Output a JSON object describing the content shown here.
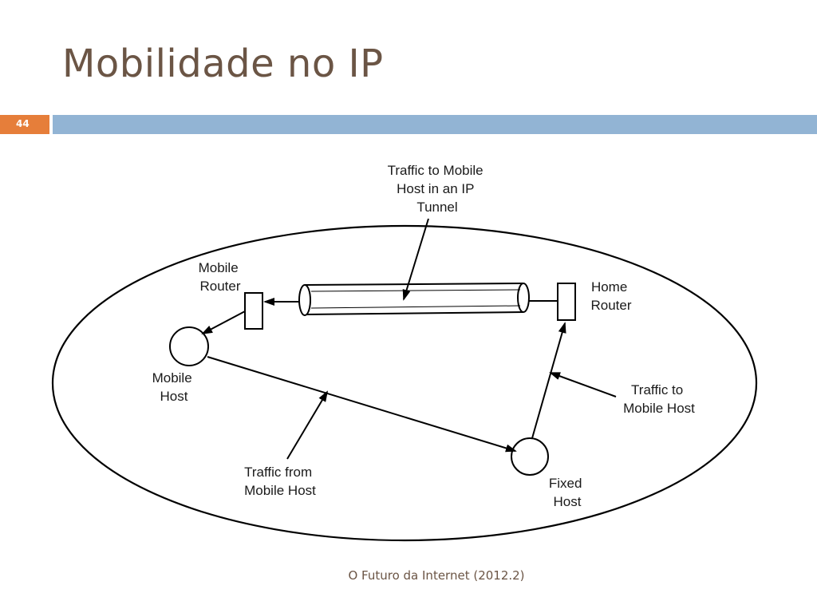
{
  "slide": {
    "title": "Mobilidade no IP",
    "number": "44",
    "footer": "O Futuro da Internet (2012.2)",
    "colors": {
      "title": "#6b5545",
      "number_bar": "#e67e3a",
      "header_bar": "#92b4d4"
    }
  },
  "diagram": {
    "tunnel_label": [
      "Traffic to Mobile",
      "Host in an IP",
      "Tunnel"
    ],
    "mobile_router": [
      "Mobile",
      "Router"
    ],
    "home_router": [
      "Home",
      "Router"
    ],
    "mobile_host": [
      "Mobile",
      "Host"
    ],
    "fixed_host": [
      "Fixed",
      "Host"
    ],
    "traffic_to_mobile": [
      "Traffic to",
      "Mobile Host"
    ],
    "traffic_from_mobile": [
      "Traffic from",
      "Mobile Host"
    ]
  }
}
